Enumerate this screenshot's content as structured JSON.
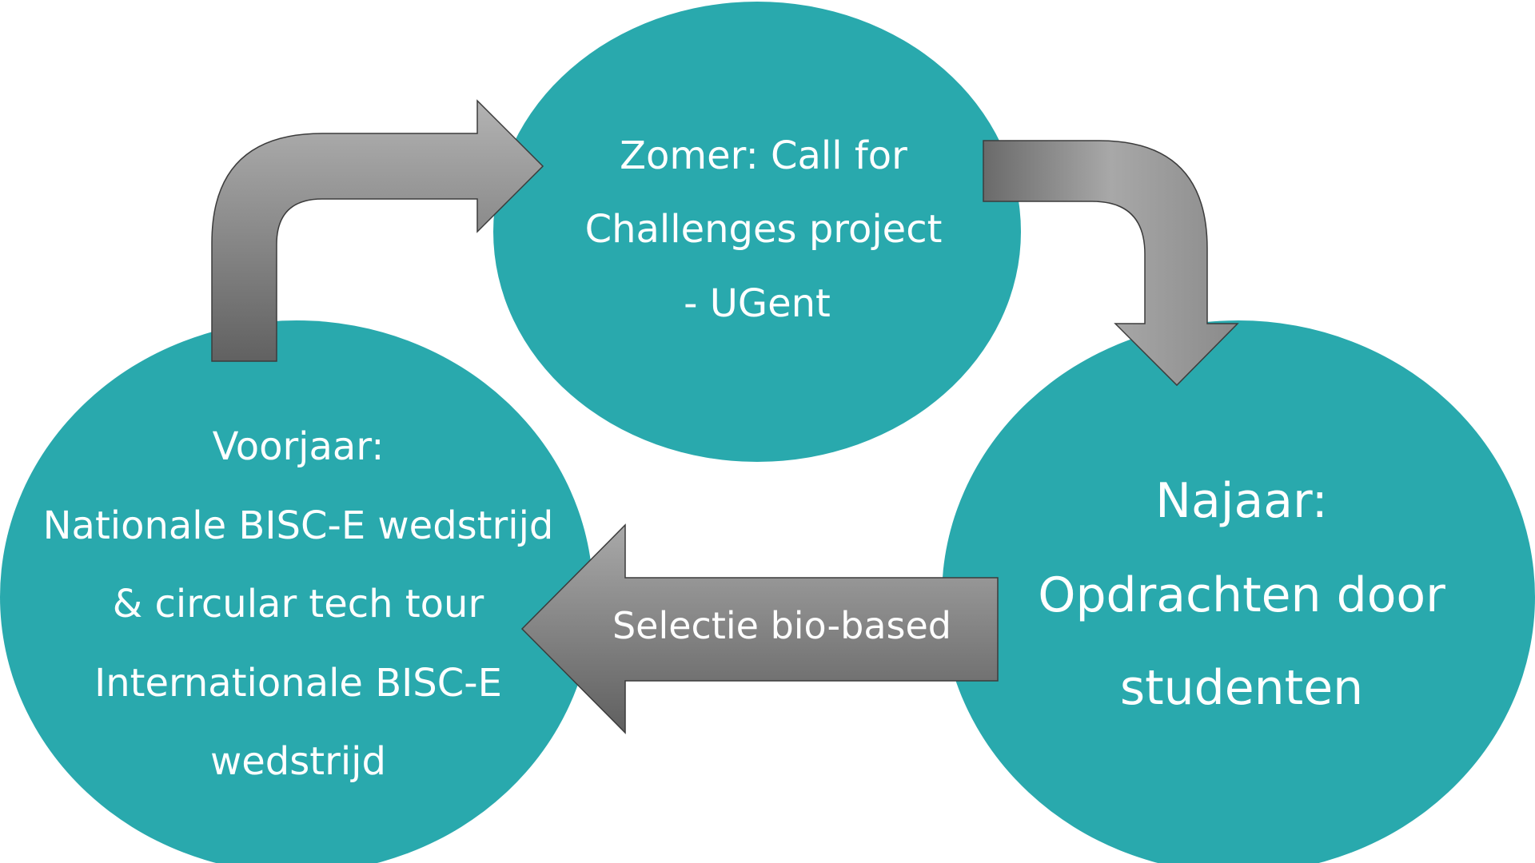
{
  "colors": {
    "ellipse_fill": "#29a9ad",
    "arrow_fill_light": "#a6a6a6",
    "arrow_fill_dark": "#5e5e5e",
    "arrow_stroke": "#3c3c3c",
    "text": "#ffffff"
  },
  "nodes": {
    "summer": {
      "lines": [
        "Zomer: Call for",
        "Challenges project",
        "- UGent"
      ]
    },
    "spring": {
      "lines": [
        "Voorjaar:",
        "Nationale BISC-E wedstrijd",
        "& circular tech tour",
        "Internationale BISC-E",
        "wedstrijd"
      ]
    },
    "autumn": {
      "lines": [
        "Najaar:",
        "Opdrachten door",
        "studenten"
      ]
    }
  },
  "arrows": {
    "spring_to_summer": {
      "label": ""
    },
    "summer_to_autumn": {
      "label": ""
    },
    "autumn_to_spring": {
      "label": "Selectie bio-based"
    }
  }
}
